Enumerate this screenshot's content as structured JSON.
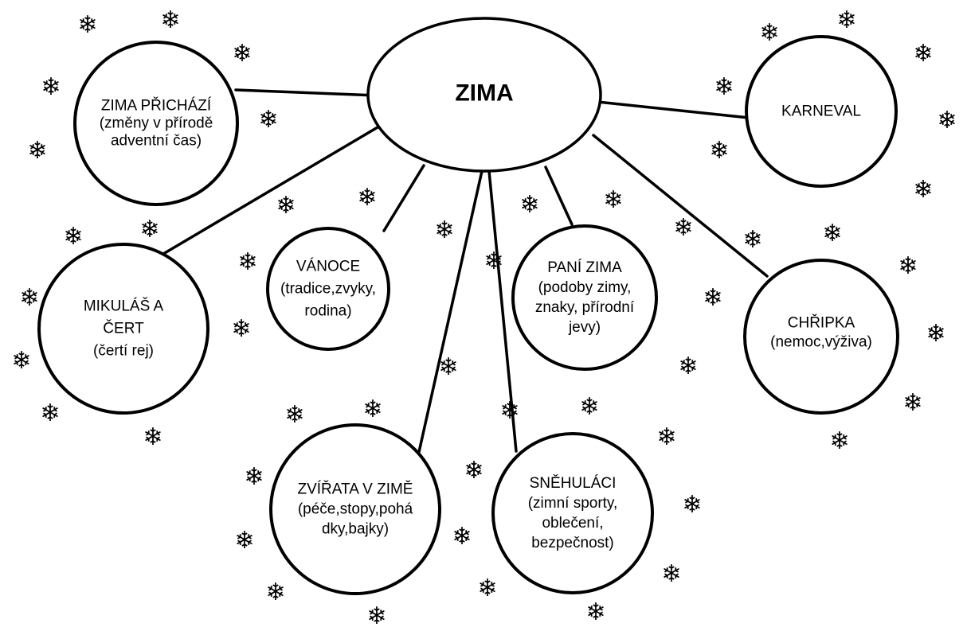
{
  "diagram": {
    "type": "mind-map",
    "center": {
      "id": "zima",
      "lines": [
        "ZIMA"
      ]
    },
    "nodes": [
      {
        "id": "zima-prichazi",
        "lines": [
          "ZIMA PŘICHÁZÍ",
          "(změny v přírodě",
          "adventní čas)"
        ]
      },
      {
        "id": "karneval",
        "lines": [
          "KARNEVAL"
        ]
      },
      {
        "id": "mikulas-a-cert",
        "lines": [
          "MIKULÁŠ A",
          "ČERT",
          "(čertí rej)"
        ]
      },
      {
        "id": "vanoce",
        "lines": [
          "VÁNOCE",
          "(tradice,zvyky,",
          "rodina)"
        ]
      },
      {
        "id": "pani-zima",
        "lines": [
          "PANÍ ZIMA",
          "(podoby zimy,",
          "znaky, přírodní",
          "jevy)"
        ]
      },
      {
        "id": "chripka",
        "lines": [
          "CHŘIPKA",
          "(nemoc,výživa)"
        ]
      },
      {
        "id": "zvirata-v-zime",
        "lines": [
          "ZVÍŘATA V ZIMĚ",
          "(péče,stopy,pohá",
          "dky,bajky)"
        ]
      },
      {
        "id": "snehulaci",
        "lines": [
          "SNĚHULÁCI",
          "(zimní sporty,",
          "oblečení,",
          "bezpečnost)"
        ]
      }
    ],
    "decoration": {
      "icon": "snowflake-icon",
      "glyph": "❄",
      "count": 50
    },
    "colors": {
      "background": "#ffffff",
      "stroke": "#000000",
      "text": "#000000"
    }
  }
}
